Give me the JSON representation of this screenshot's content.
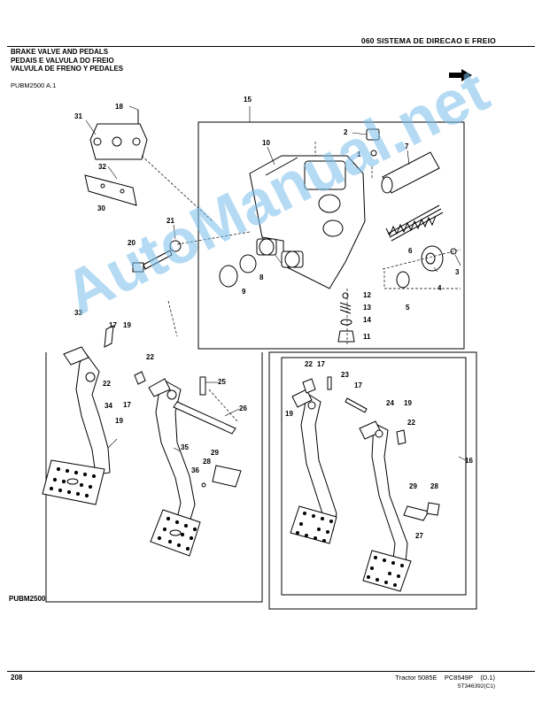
{
  "header": {
    "section": "060 SISTEMA DE DIRECAO E FREIO",
    "title_en": "BRAKE VALVE AND PEDALS",
    "title_pt": "PEDAIS E VALVULA DO FREIO",
    "title_es": "VALVULA DE FRENO Y PEDALES",
    "ref": "PUBM2500 A.1"
  },
  "diagram": {
    "label": "PUBM2500",
    "callouts": [
      "1",
      "2",
      "3",
      "4",
      "5",
      "6",
      "7",
      "8",
      "9",
      "10",
      "11",
      "12",
      "13",
      "14",
      "15",
      "16",
      "17",
      "18",
      "19",
      "20",
      "21",
      "22",
      "23",
      "24",
      "25",
      "26",
      "27",
      "28",
      "29",
      "30",
      "31",
      "32",
      "33",
      "34",
      "35",
      "36"
    ]
  },
  "watermark": "AutoManual.net",
  "footer": {
    "page": "208",
    "model": "Tractor 5085E",
    "catalog": "PC8549P",
    "revision": "(D.1)",
    "code": "ST346392(C1)"
  }
}
